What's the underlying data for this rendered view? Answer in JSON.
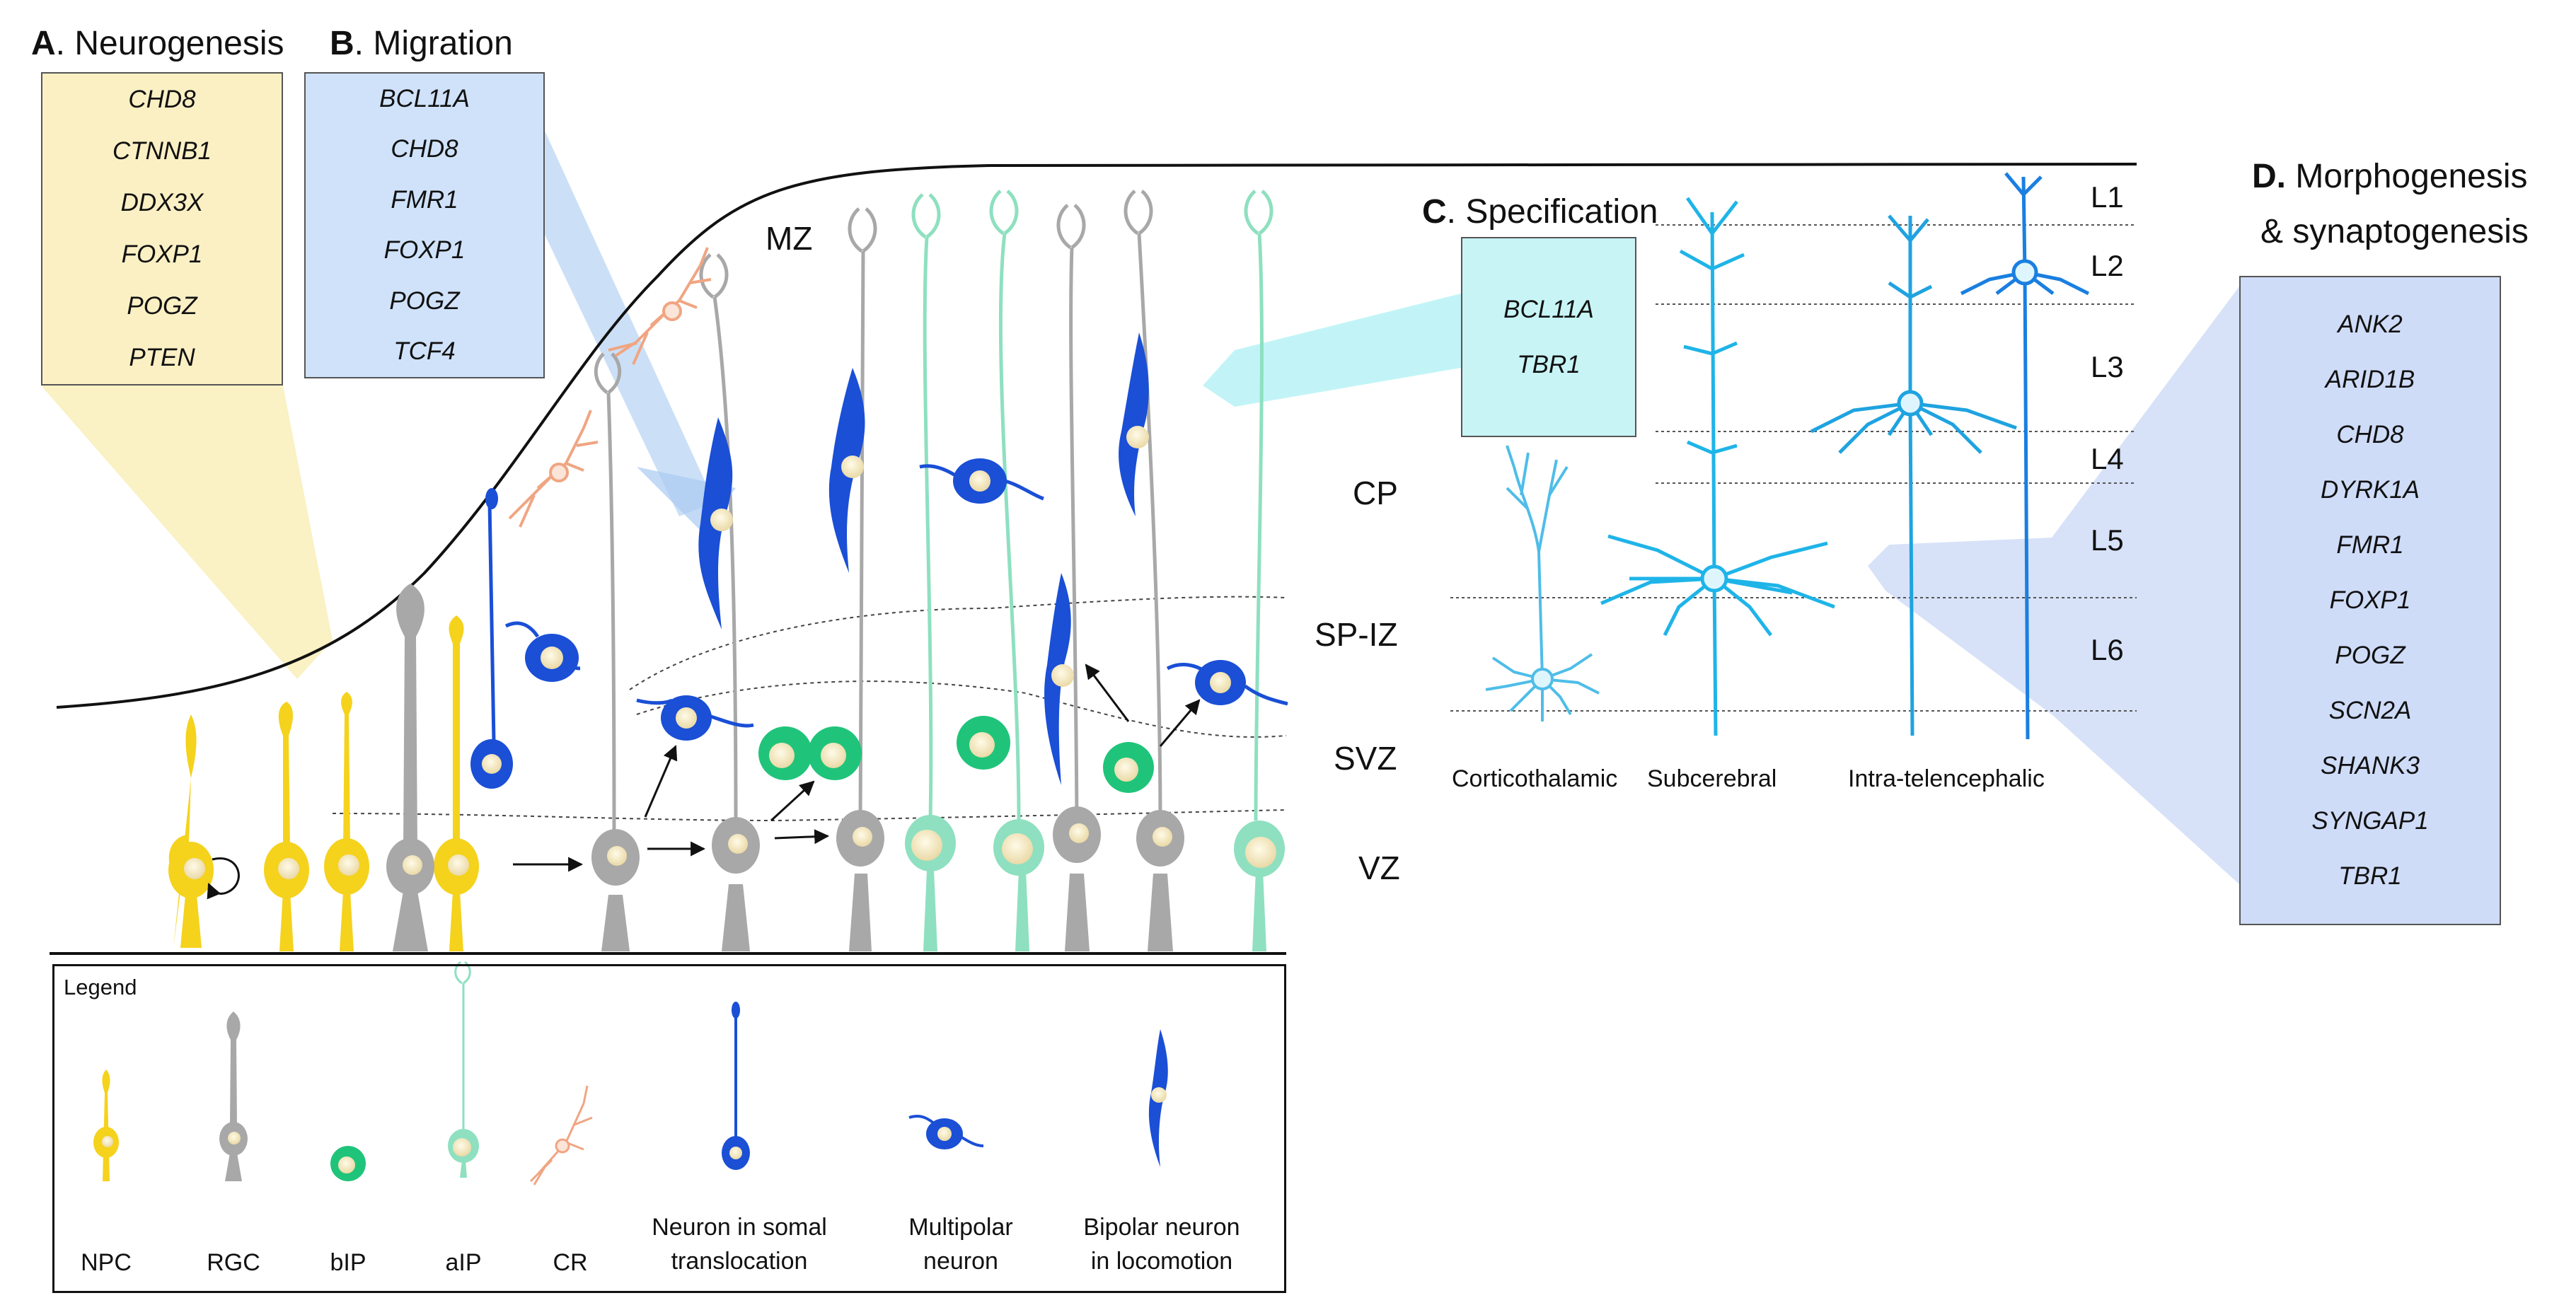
{
  "panels": {
    "neurogenesis": {
      "letter": "A",
      "title": ". Neurogenesis",
      "genes": [
        "CHD8",
        "CTNNB1",
        "DDX3X",
        "FOXP1",
        "POGZ",
        "PTEN"
      ],
      "color": "#fbf0c4"
    },
    "migration": {
      "letter": "B",
      "title": ". Migration",
      "genes": [
        "BCL11A",
        "CHD8",
        "FMR1",
        "FOXP1",
        "POGZ",
        "TCF4"
      ],
      "color": "#cfe2fa"
    },
    "specification": {
      "letter": "C",
      "title": ". Specification",
      "genes": [
        "BCL11A",
        "TBR1"
      ],
      "color": "#c8f4f6"
    },
    "morphogenesis": {
      "letter": "D.",
      "title_line1": "Morphogenesis",
      "title_line2": "& synaptogenesis",
      "genes": [
        "ANK2",
        "ARID1B",
        "CHD8",
        "DYRK1A",
        "FMR1",
        "FOXP1",
        "POGZ",
        "SCN2A",
        "SHANK3",
        "SYNGAP1",
        "TBR1"
      ],
      "color": "#cfdcf8"
    }
  },
  "zones": [
    "MZ",
    "CP",
    "SP-IZ",
    "SVZ",
    "VZ"
  ],
  "layers": [
    "L1",
    "L2",
    "L3",
    "L4",
    "L5",
    "L6"
  ],
  "projection_types": [
    "Corticothalamic",
    "Subcerebral",
    "Intra-telencephalic"
  ],
  "legend": {
    "title": "Legend",
    "items": [
      {
        "label_line1": "NPC",
        "label_line2": ""
      },
      {
        "label_line1": "RGC",
        "label_line2": ""
      },
      {
        "label_line1": "bIP",
        "label_line2": ""
      },
      {
        "label_line1": "aIP",
        "label_line2": ""
      },
      {
        "label_line1": "CR",
        "label_line2": ""
      },
      {
        "label_line1": "Neuron in somal",
        "label_line2": "translocation"
      },
      {
        "label_line1": "Multipolar",
        "label_line2": "neuron"
      },
      {
        "label_line1": "Bipolar neuron",
        "label_line2": "in locomotion"
      }
    ]
  },
  "colors": {
    "npc": "#f5d21c",
    "rgc": "#a8a8a8",
    "bip": "#1fc47a",
    "aip": "#8ee0c0",
    "cr": "#f0a582",
    "neuron": "#1a4fd6",
    "projection": "#1fb4e8",
    "nucleus": "#fbeec4"
  }
}
